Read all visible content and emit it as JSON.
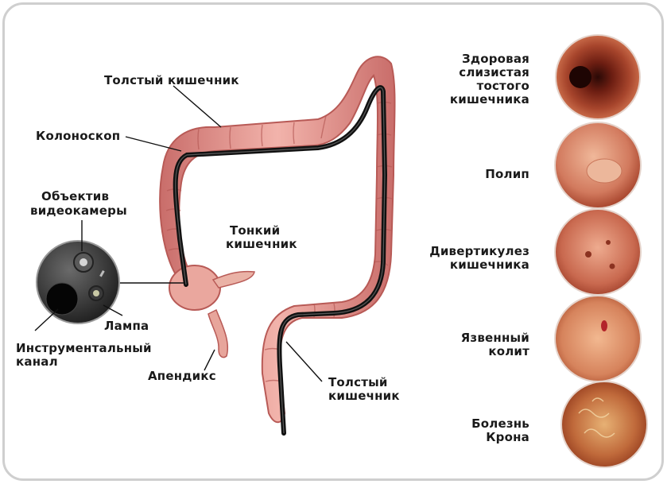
{
  "labels": {
    "large_intestine_top": "Толстый кишечник",
    "colonoscope": "Колоноскоп",
    "camera_lens_1": "Объектив",
    "camera_lens_2": "видеокамеры",
    "small_intestine_1": "Тонкий",
    "small_intestine_2": "кишечник",
    "lamp": "Лампа",
    "instrument_channel_1": "Инструментальный",
    "instrument_channel_2": "канал",
    "appendix": "Апендикс",
    "large_intestine_bottom_1": "Толстый",
    "large_intestine_bottom_2": "кишечник"
  },
  "conditions": [
    {
      "lines": [
        "Здоровая",
        "слизистая",
        "тостого",
        "кишечника"
      ],
      "tone": "#8a2d1c"
    },
    {
      "lines": [
        "Полип"
      ],
      "tone": "#d2836a"
    },
    {
      "lines": [
        "Дивертикулез",
        "кишечника"
      ],
      "tone": "#c9705c"
    },
    {
      "lines": [
        "Язвенный",
        "колит"
      ],
      "tone": "#cf7a5a"
    },
    {
      "lines": [
        "Болезнь",
        "Крона"
      ],
      "tone": "#b4502b"
    }
  ]
}
